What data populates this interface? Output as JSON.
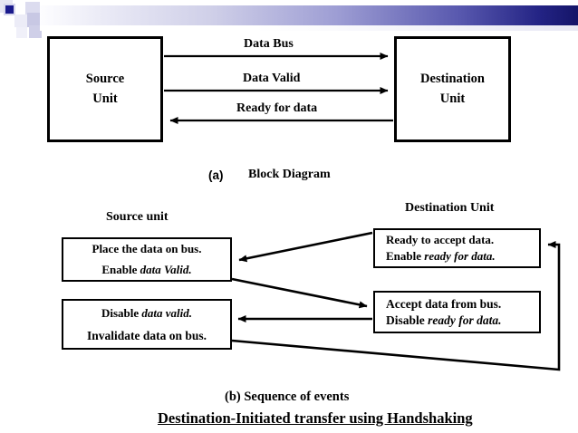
{
  "slide": {
    "title": "Destination-Initiated transfer using Handshaking",
    "caption_a_marker": "(a)",
    "caption_a_text": "Block Diagram",
    "caption_b": "(b) Sequence of events"
  },
  "theme": {
    "accent_dark": "#1a1a8c",
    "accent_light": "#c8c8e4",
    "line_color": "#000000",
    "background": "#ffffff"
  },
  "block_diagram": {
    "source_unit": {
      "line1": "Source",
      "line2": "Unit"
    },
    "destination_unit": {
      "line1": "Destination",
      "line2": "Unit"
    },
    "signals": [
      {
        "label": "Data Bus",
        "direction": "source-to-destination"
      },
      {
        "label": "Data Valid",
        "direction": "source-to-destination"
      },
      {
        "label": "Ready for data",
        "direction": "destination-to-source"
      }
    ]
  },
  "sequence": {
    "source_header": "Source unit",
    "destination_header": "Destination Unit",
    "source_steps": [
      {
        "line1": "Place the data on bus.",
        "line2_prefix": "Enable ",
        "line2_italic": "data Valid."
      },
      {
        "line1_prefix": "Disable ",
        "line1_italic": "data valid.",
        "line2": "Invalidate data on bus."
      }
    ],
    "destination_steps": [
      {
        "line1": "Ready to accept data.",
        "line2_prefix": "Enable ",
        "line2_italic": "ready for data."
      },
      {
        "line1": "Accept data from bus.",
        "line2_prefix": "Disable ",
        "line2_italic": "ready for data."
      }
    ]
  }
}
